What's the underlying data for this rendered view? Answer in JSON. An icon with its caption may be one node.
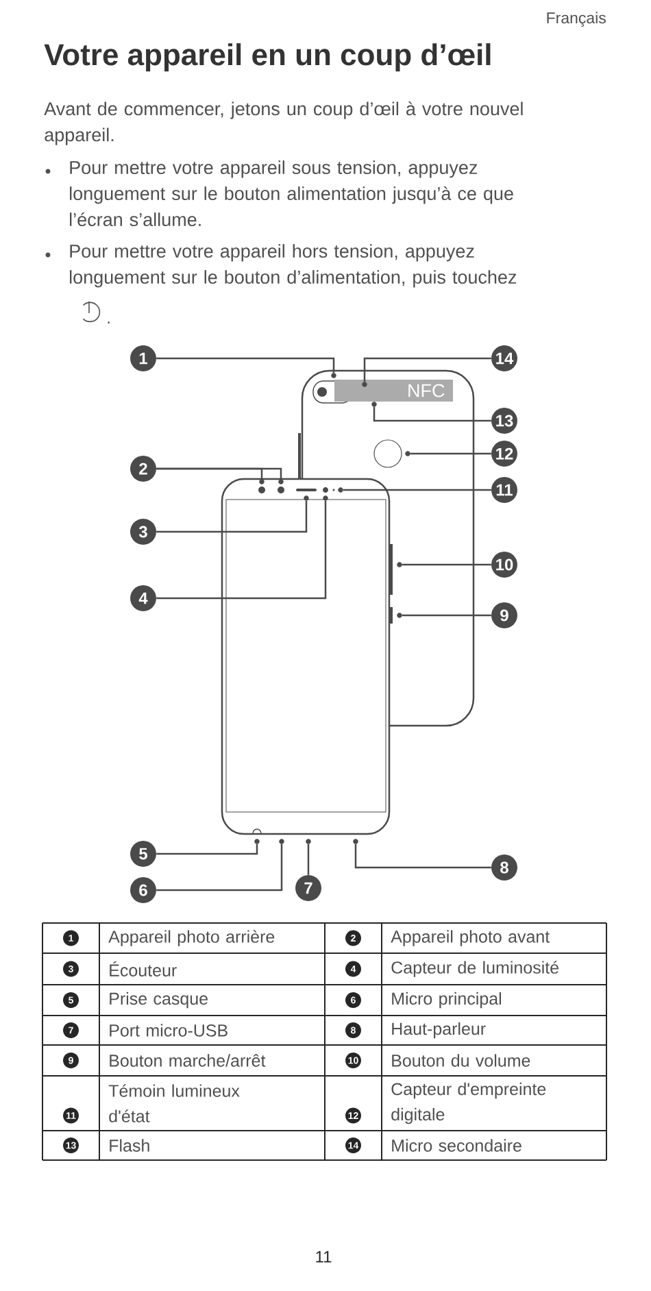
{
  "diagram": {
    "title": "Votre appareil en un coup d’œil",
    "nodes": [
      {
        "text": [
          "1"
        ]
      },
      {
        "text": [
          "2"
        ]
      },
      {
        "text": [
          "3"
        ]
      },
      {
        "text": [
          "4"
        ]
      },
      {
        "text": [
          "5"
        ]
      },
      {
        "text": [
          "6"
        ]
      },
      {
        "text": [
          "7"
        ]
      },
      {
        "text": [
          "8"
        ]
      },
      {
        "text": [
          "9"
        ]
      },
      {
        "text": [
          "10"
        ]
      },
      {
        "text": [
          "11"
        ]
      },
      {
        "text": [
          "12"
        ]
      },
      {
        "text": [
          "13"
        ]
      },
      {
        "text": [
          "14"
        ]
      },
      {
        "text": [
          "NFC"
        ]
      },
      {
        "text": [],
        "shape": "circle"
      },
      {
        "text": [],
        "shape": "circle"
      },
      {
        "text": [],
        "shape": "circle"
      },
      {
        "text": [],
        "shape": "circle"
      },
      {
        "text": [],
        "shape": "circle"
      },
      {
        "text": [],
        "shape": "circle"
      },
      {
        "text": [],
        "shape": "circle"
      },
      {
        "text": [],
        "shape": "circle"
      },
      {
        "text": [],
        "shape": "circle"
      },
      {
        "text": [],
        "shape": "circle"
      },
      {
        "text": [],
        "shape": "circle"
      },
      {
        "text": [],
        "shape": "circle"
      },
      {
        "text": [],
        "shape": "circle"
      },
      {
        "text": [],
        "shape": "circle"
      },
      {
        "text": [],
        "shape": "circle",
        "in": 14
      }
    ],
    "edges": [
      {
        "from": 0,
        "to": 15,
        "arrow": "none"
      },
      {
        "from": 1,
        "to": 16,
        "arrow": "none"
      },
      {
        "from": 1,
        "to": 17,
        "arrow": "none"
      },
      {
        "from": 2,
        "to": 18,
        "arrow": "none"
      },
      {
        "from": 3,
        "to": 19,
        "arrow": "none"
      },
      {
        "from": 4,
        "to": 20,
        "arrow": "none"
      },
      {
        "from": 5,
        "to": 21,
        "arrow": "none"
      },
      {
        "from": 6,
        "to": 22,
        "arrow": "none"
      },
      {
        "from": 7,
        "to": 23,
        "arrow": "none"
      },
      {
        "from": 8,
        "to": 24,
        "arrow": "none"
      },
      {
        "from": 9,
        "to": 25,
        "arrow": "none"
      },
      {
        "from": 10,
        "to": 26,
        "arrow": "none"
      },
      {
        "from": 11,
        "to": 27,
        "arrow": "none"
      },
      {
        "from": 12,
        "to": 28,
        "arrow": "none"
      },
      {
        "from": 13,
        "to": 29,
        "arrow": "none"
      }
    ],
    "labels": [
      "Français",
      "Avant de commencer, jetons un coup d’œil à votre nouvel appareil.",
      "Pour mettre votre appareil sous tension, appuyez longuement sur le bouton alimentation jusqu’à ce que l’écran s’allume.",
      "Pour mettre votre appareil hors tension, appuyez longuement sur le bouton d’alimentation, puis touchez",
      ".",
      "1",
      "Appareil photo arrière",
      "2",
      "Appareil photo avant",
      "3",
      "Écouteur",
      "4",
      "Capteur de luminosité",
      "5",
      "Prise casque",
      "6",
      "Micro principal",
      "7",
      "Port micro-USB",
      "8",
      "Haut-parleur",
      "9",
      "Bouton marche/arrêt",
      "10",
      "Bouton du volume",
      "11",
      "Témoin lumineux d'état",
      "12",
      "Capteur d'empreinte digitale",
      "13",
      "Flash",
      "14",
      "Micro secondaire",
      "11"
    ]
  }
}
